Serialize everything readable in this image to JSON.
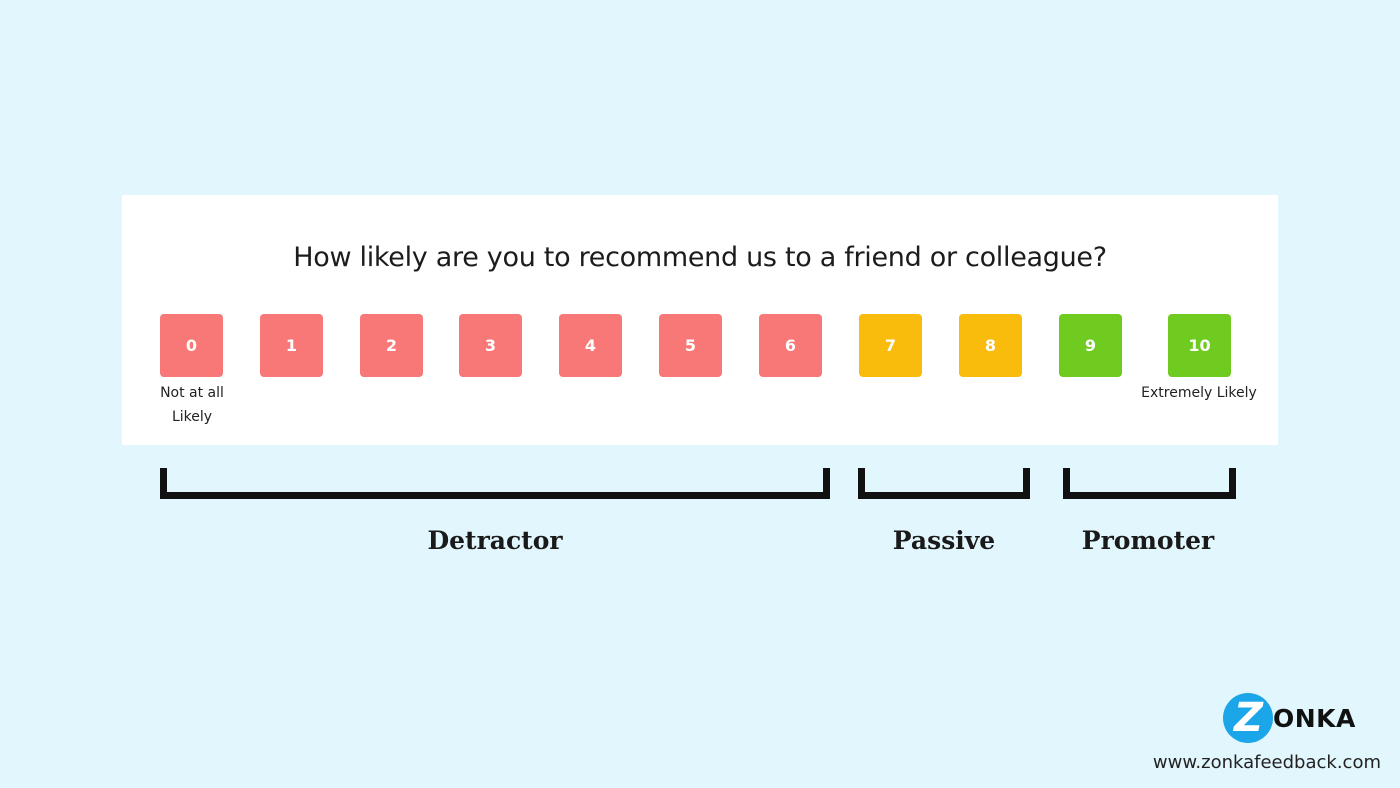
{
  "question": "How likely are you to recommend us to a friend or colleague?",
  "scale": [
    {
      "label": "0",
      "color": "#f87878"
    },
    {
      "label": "1",
      "color": "#f87878"
    },
    {
      "label": "2",
      "color": "#f87878"
    },
    {
      "label": "3",
      "color": "#f87878"
    },
    {
      "label": "4",
      "color": "#f87878"
    },
    {
      "label": "5",
      "color": "#f87878"
    },
    {
      "label": "6",
      "color": "#f87878"
    },
    {
      "label": "7",
      "color": "#f9bc0d"
    },
    {
      "label": "8",
      "color": "#f9bc0d"
    },
    {
      "label": "9",
      "color": "#6fcb20"
    },
    {
      "label": "10",
      "color": "#6fcb20"
    }
  ],
  "anchors": {
    "low_line1": "Not at all",
    "low_line2": "Likely",
    "high": "Extremely Likely"
  },
  "groups": {
    "detractor": "Detractor",
    "passive": "Passive",
    "promoter": "Promoter"
  },
  "logo": {
    "mark": "Z",
    "wordmark": "ONKA",
    "icon": "zonka-logo-icon"
  },
  "url": "www.zonkafeedback.com"
}
